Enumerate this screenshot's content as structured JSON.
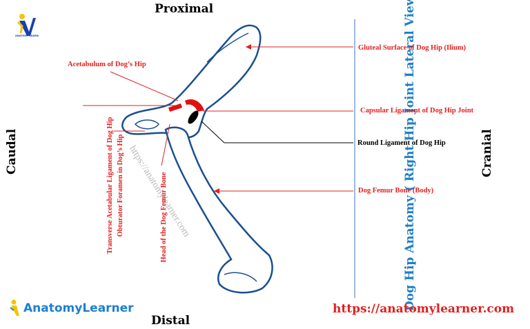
{
  "directions": {
    "proximal": "Proximal",
    "distal": "Distal",
    "caudal": "Caudal",
    "cranial": "Cranial"
  },
  "labels": {
    "acetabulum": "Acetabulum of Dog’s Hip",
    "gluteal_surface": "Gluteal Surface of Dog Hip (Ilium)",
    "capsular_ligament": "Capsular Ligament of Dog Hip Joint",
    "round_ligament": "Round Ligament of Dog Hip",
    "femur_body": "Dog Femur Bone  (Body)",
    "transverse_ligament": "Transverse Acetabular Ligament of Dog Hip",
    "obturator_foramen": "Obturator Foramen  in Dog’s Hip",
    "femur_head": "Head of the Dog Femur Bone"
  },
  "side_title": "Dog  Hip Anatomy ( Right Hip Joint Lateral View)",
  "website": "https://anatomylearner.com",
  "watermark": "https://anatomylearner.com",
  "brand": {
    "name": "AnatomyLearner",
    "logo_small_text": "ANATOMY LEARNER"
  },
  "colors": {
    "label_red": "#e02020",
    "bone_blue": "#1a4f8f",
    "title_blue": "#1f7fc4",
    "logo_yellow": "#f5c400"
  }
}
